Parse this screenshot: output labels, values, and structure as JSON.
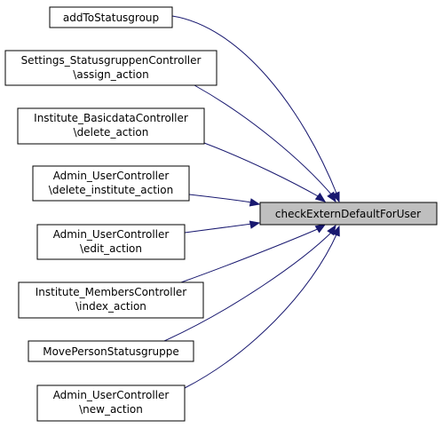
{
  "target": {
    "label": "checkExternDefaultForUser"
  },
  "callers": [
    {
      "lines": [
        "addToStatusgroup"
      ]
    },
    {
      "lines": [
        "Settings_StatusgruppenController",
        "\\assign_action"
      ]
    },
    {
      "lines": [
        "Institute_BasicdataController",
        "\\delete_action"
      ]
    },
    {
      "lines": [
        "Admin_UserController",
        "\\delete_institute_action"
      ]
    },
    {
      "lines": [
        "Admin_UserController",
        "\\edit_action"
      ]
    },
    {
      "lines": [
        "Institute_MembersController",
        "\\index_action"
      ]
    },
    {
      "lines": [
        "MovePersonStatusgruppe"
      ]
    },
    {
      "lines": [
        "Admin_UserController",
        "\\new_action"
      ]
    }
  ],
  "colors": {
    "edge": "#191970",
    "target_fill": "#bfbfbf",
    "node_fill": "#ffffff",
    "border": "#000000"
  }
}
